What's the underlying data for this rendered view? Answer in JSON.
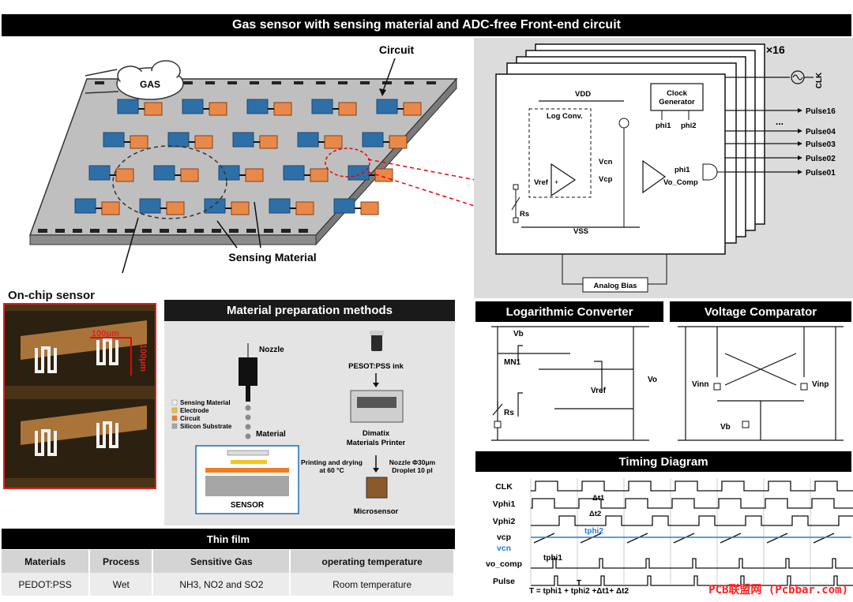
{
  "header": {
    "title": "Gas sensor with sensing material and ADC-free Front-end circuit"
  },
  "array": {
    "gas_label": "GAS",
    "circuit_label": "Circuit",
    "sensing_label": "Sensing Material",
    "onchip_label": "On-chip sensor",
    "dim_h": "100μm",
    "dim_v": "100μm"
  },
  "circuit": {
    "multiplier": "×16",
    "clk": "CLK",
    "vdd": "VDD",
    "vss": "VSS",
    "log_conv": "Log Conv.",
    "clock_gen_1": "Clock",
    "clock_gen_2": "Generator",
    "phi1": "phi1",
    "phi2": "phi2",
    "vref": "Vref",
    "vcn": "Vcn",
    "vcp": "Vcp",
    "rs": "Rs",
    "phi1_out": "phi1",
    "vo_comp": "Vo_Comp",
    "analog_bias": "Analog Bias",
    "dots": "...",
    "pulses": [
      "Pulse16",
      "Pulse04",
      "Pulse03",
      "Pulse02",
      "Pulse01"
    ]
  },
  "materials": {
    "title": "Material preparation methods",
    "nozzle": "Nozzle",
    "material": "Material",
    "legend": [
      "Sensing Material",
      "Electrode",
      "Circuit",
      "Silicon Substrate"
    ],
    "legend_colors": [
      "#f0f0f0",
      "#f2c623",
      "#f07d24",
      "#a6a6a6"
    ],
    "sensor": "SENSOR",
    "ink": "PESOT:PSS ink",
    "printer_1": "Dimatix",
    "printer_2": "Materials Printer",
    "drying_1": "Printing and drying",
    "drying_2": "at 60 °C",
    "nozzle_spec_1": "Nozzle Φ30μm",
    "nozzle_spec_2": "Droplet 10 pl",
    "microsensor": "Microsensor"
  },
  "thin_film": {
    "title": "Thin film",
    "headers": [
      "Materials",
      "Process",
      "Sensitive Gas",
      "operating temperature"
    ],
    "row": [
      "PEDOT:PSS",
      "Wet",
      "NH3, NO2 and SO2",
      "Room temperature"
    ]
  },
  "log_converter": {
    "title": "Logarithmic Converter",
    "vb": "Vb",
    "mn1": "MN1",
    "vref": "Vref",
    "vo": "Vo",
    "rs": "Rs"
  },
  "comparator": {
    "title": "Voltage Comparator",
    "vinn": "Vinn",
    "vinp": "Vinp",
    "vb": "Vb"
  },
  "timing": {
    "title": "Timing Diagram",
    "signals": [
      "CLK",
      "Vphi1",
      "Vphi2",
      "vcp",
      "vcn",
      "vo_comp",
      "Pulse"
    ],
    "dt1": "Δt1",
    "dt2": "Δt2",
    "tphi2": "tphi2",
    "tphi1": "tphi1",
    "t": "T",
    "formula": "T = tphi1 + tphi2 +Δt1+ Δt2"
  },
  "watermark": "PCB联盟网 (Pcbbar.com)"
}
